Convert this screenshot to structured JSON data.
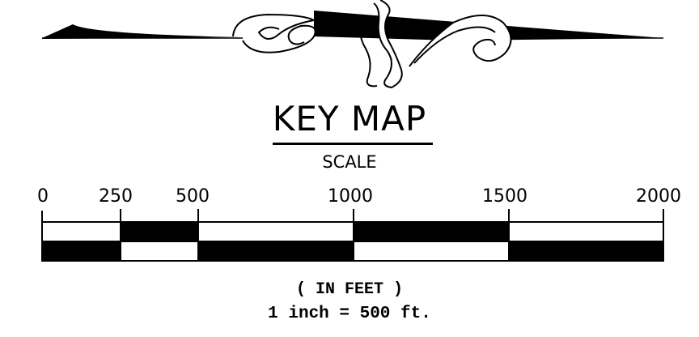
{
  "title": "KEY MAP",
  "scale_label": "SCALE",
  "ticks": [
    "0",
    "250",
    "500",
    "1000",
    "1500",
    "2000"
  ],
  "units_label": "( IN FEET )",
  "ratio_label": "1 inch = 500 ft."
}
